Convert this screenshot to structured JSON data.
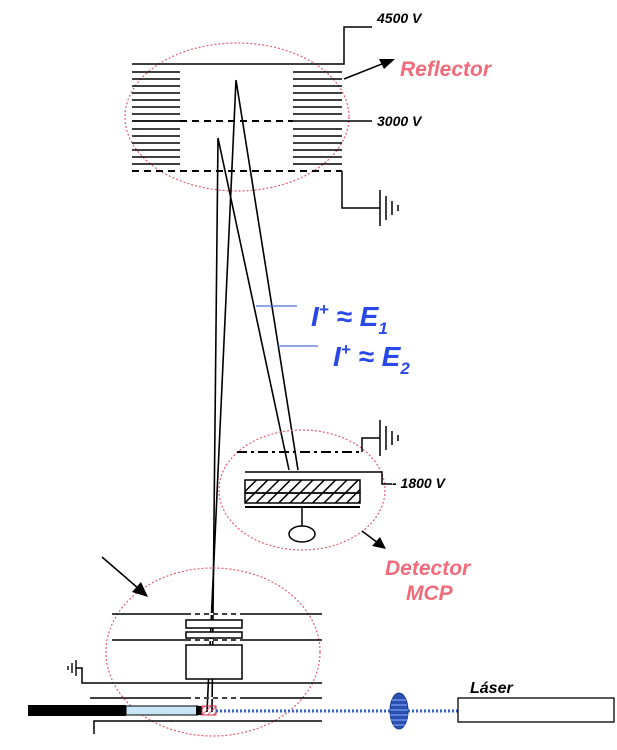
{
  "labels": {
    "v_top": "4500 V",
    "v_mid": "3000 V",
    "v_det": "- 1800 V",
    "reflector": "Reflector",
    "detector_line1": "Detector",
    "detector_line2": "MCP",
    "ion1_main": "I",
    "ion1_sup": "+",
    "ion1_approx": " ≈ E",
    "ion1_sub": "1",
    "ion2_main": "I",
    "ion2_sup": "+",
    "ion2_approx": " ≈ E",
    "ion2_sub": "2",
    "laser": "Láser"
  },
  "colors": {
    "highlight": "#f26b7a",
    "ion_label": "#2948e8",
    "beam": "#2f5fcc",
    "sample_plate": "#c9e6f6",
    "line": "#000000"
  }
}
